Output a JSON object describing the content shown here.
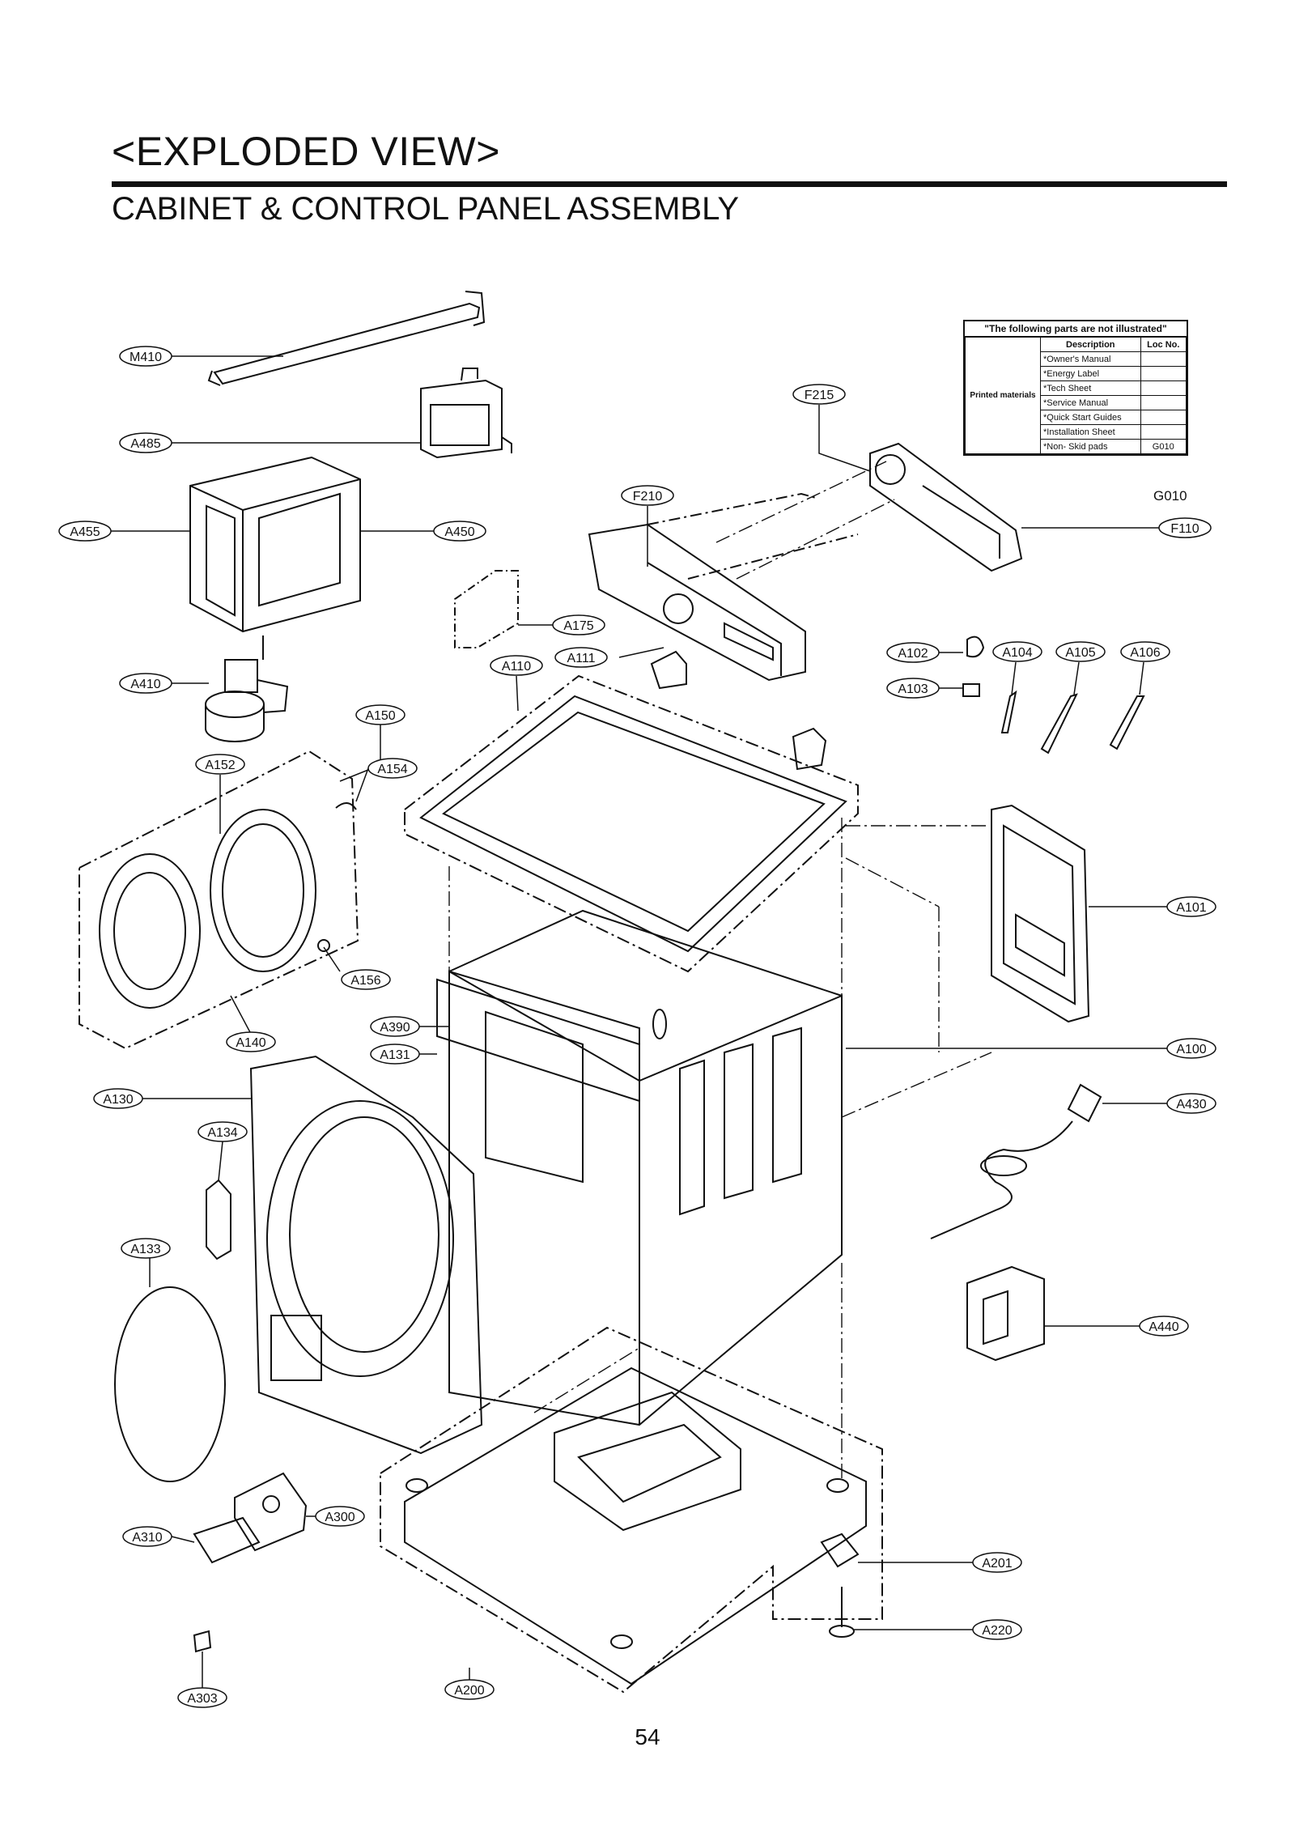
{
  "header": {
    "title": "<EXPLODED VIEW>",
    "subtitle": "CABINET & CONTROL  PANEL ASSEMBLY"
  },
  "not_illustrated": {
    "heading": "\"The following parts are not illustrated\"",
    "col_description": "Description",
    "col_loc": "Loc No.",
    "category": "Printed materials",
    "items": [
      "*Owner's Manual",
      "*Energy Label",
      "*Tech Sheet",
      "*Service Manual",
      "*Quick Start Guides",
      "*Installation Sheet",
      "*Non- Skid pads"
    ],
    "loc_no": "G010"
  },
  "free_label": "G010",
  "callouts": {
    "M410": "M410",
    "A485": "A485",
    "A455": "A455",
    "A450": "A450",
    "A410": "A410",
    "F215": "F215",
    "F210": "F210",
    "F110": "F110",
    "A175": "A175",
    "A110": "A110",
    "A111": "A111",
    "A102": "A102",
    "A103": "A103",
    "A104": "A104",
    "A105": "A105",
    "A106": "A106",
    "A150": "A150",
    "A152": "A152",
    "A154": "A154",
    "A156": "A156",
    "A140": "A140",
    "A101": "A101",
    "A390": "A390",
    "A131": "A131",
    "A100": "A100",
    "A130": "A130",
    "A430": "A430",
    "A134": "A134",
    "A133": "A133",
    "A440": "A440",
    "A300": "A300",
    "A310": "A310",
    "A201": "A201",
    "A220": "A220",
    "A303": "A303",
    "A200": "A200"
  },
  "page_number": "54"
}
